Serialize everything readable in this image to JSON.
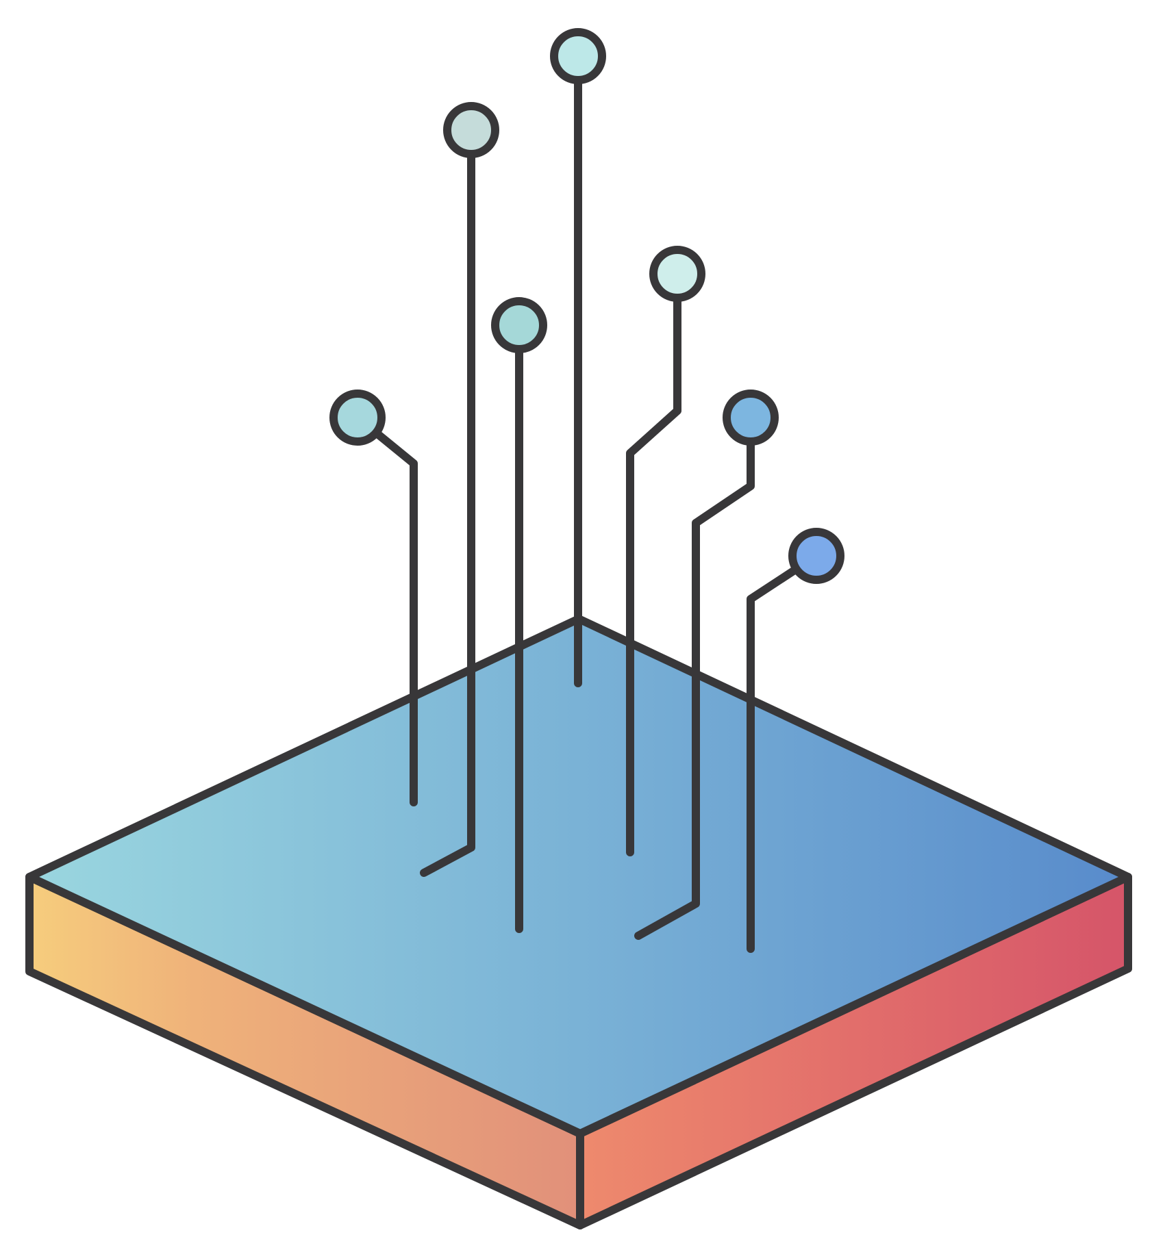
{
  "illustration": {
    "subject": "circuit-board-platform-icon",
    "colors": {
      "outline": "#383739",
      "top_face_gradient": [
        "#9ad6df",
        "#7ab2d6",
        "#588bcb"
      ],
      "left_face_gradient": [
        "#f6cd7d",
        "#efb27a",
        "#e1907a"
      ],
      "right_face_gradient": [
        "#ee8a6d",
        "#e26e6b",
        "#d55569"
      ]
    },
    "nodes": [
      {
        "name": "node-1",
        "fill": "#a6d8dd"
      },
      {
        "name": "node-2",
        "fill": "#c5dcda"
      },
      {
        "name": "node-3",
        "fill": "#a5d8d8"
      },
      {
        "name": "node-4",
        "fill": "#bde8e8"
      },
      {
        "name": "node-5",
        "fill": "#cfeeeb"
      },
      {
        "name": "node-6",
        "fill": "#7db6e0"
      },
      {
        "name": "node-7",
        "fill": "#7caaea"
      }
    ]
  }
}
